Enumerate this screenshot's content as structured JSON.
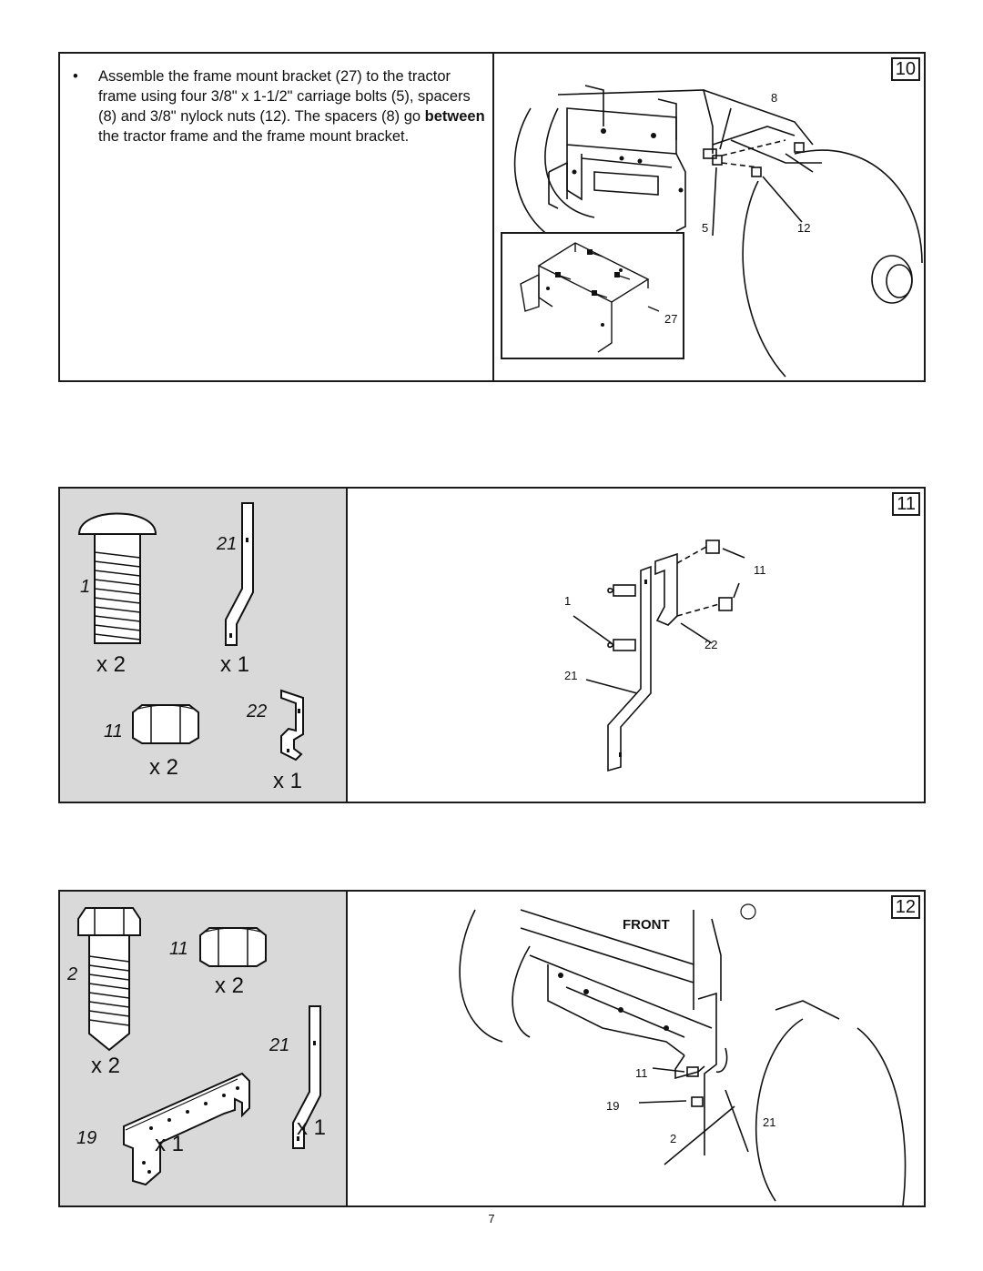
{
  "step10": {
    "number": "10",
    "bullet": "•",
    "text_before": "Assemble the frame mount bracket (27) to the tractor frame using four 3/8\" x 1-1/2\" carriage bolts (5), spacers (8) and 3/8\" nylock nuts (12). The spacers (8) go ",
    "text_bold": "between",
    "text_after": " the tractor frame and the frame mount bracket.",
    "callouts": {
      "c8": "8",
      "c5": "5",
      "c12": "12",
      "c27": "27"
    }
  },
  "step11": {
    "number": "11",
    "parts": [
      {
        "label": "1",
        "qty": "x 2",
        "name": "carriage bolt"
      },
      {
        "label": "21",
        "qty": "x 1",
        "name": "brace bar"
      },
      {
        "label": "11",
        "qty": "x 2",
        "name": "nylock nut"
      },
      {
        "label": "22",
        "qty": "x 1",
        "name": "bracket"
      }
    ],
    "callouts": {
      "c11": "11",
      "c1": "1",
      "c22": "22",
      "c21": "21"
    }
  },
  "step12": {
    "number": "12",
    "parts": [
      {
        "label": "2",
        "qty": "x 2",
        "name": "hex bolt"
      },
      {
        "label": "11",
        "qty": "x 2",
        "name": "nylock nut"
      },
      {
        "label": "21",
        "qty": "x 1",
        "name": "brace bar"
      },
      {
        "label": "19",
        "qty": "x 1",
        "name": "mount bracket"
      }
    ],
    "front_label": "FRONT",
    "callouts": {
      "c11": "11",
      "c19": "19",
      "c2": "2",
      "c21": "21"
    }
  },
  "page_number": "7",
  "colors": {
    "parts_bg": "#d9d9d9",
    "border": "#1a1a1a",
    "ink": "#111111"
  }
}
